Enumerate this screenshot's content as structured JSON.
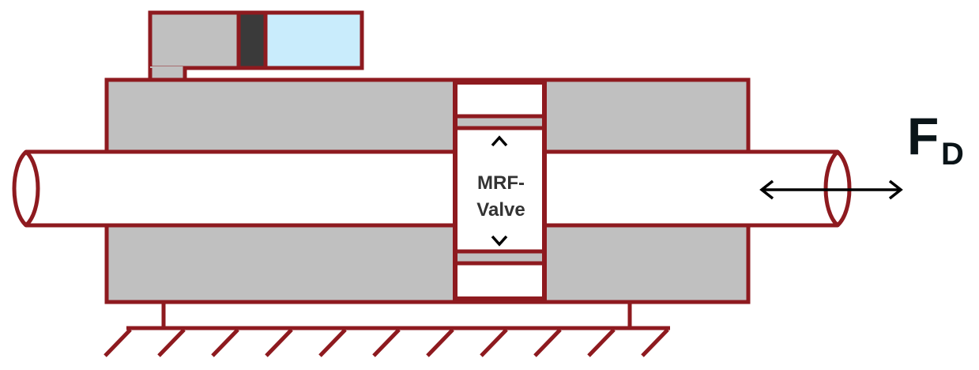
{
  "valve": {
    "line1": "MRF-",
    "line2": "Valve"
  },
  "force": {
    "symbol": "F",
    "subscript": "D"
  },
  "colors": {
    "outline": "#8e1a1f",
    "body": "#c0c0c0",
    "accumulator_gas": "#c9ecfc",
    "separator": "#3a3a3a",
    "rod": "#ffffff",
    "arrow": "#000000"
  },
  "icons": [
    "double-headed-arrow-icon",
    "chevron-up-icon",
    "chevron-down-icon",
    "ground-hatch"
  ]
}
